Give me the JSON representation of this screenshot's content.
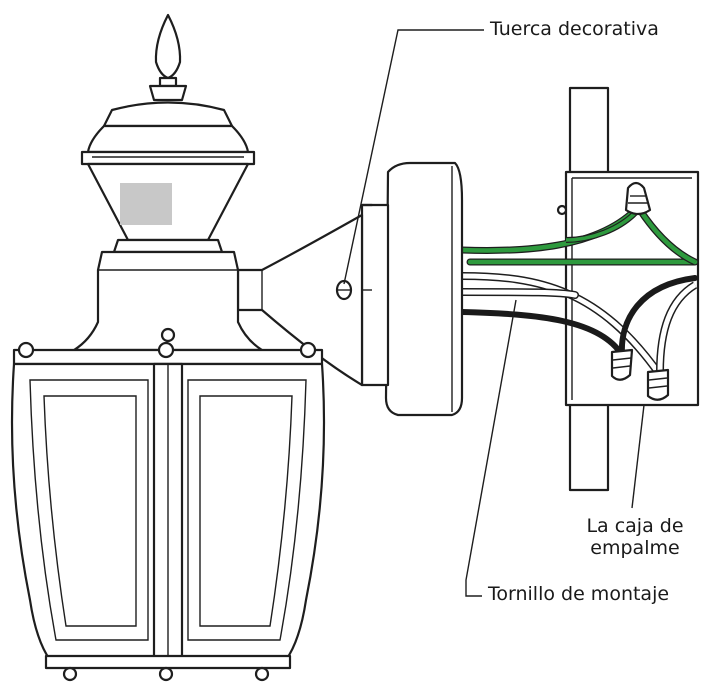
{
  "labels": {
    "decorative_nut": "Tuerca decorativa",
    "junction_box_line1": "La caja de",
    "junction_box_line2": "empalme",
    "mounting_screw": "Tornillo de montaje"
  },
  "colors": {
    "outline": "#1e1e1e",
    "ground_wire": "#2e9a3e",
    "neutral_wire": "#ffffff",
    "hot_wire": "#1a1a1a",
    "label_patch": "#c8c8c8"
  }
}
